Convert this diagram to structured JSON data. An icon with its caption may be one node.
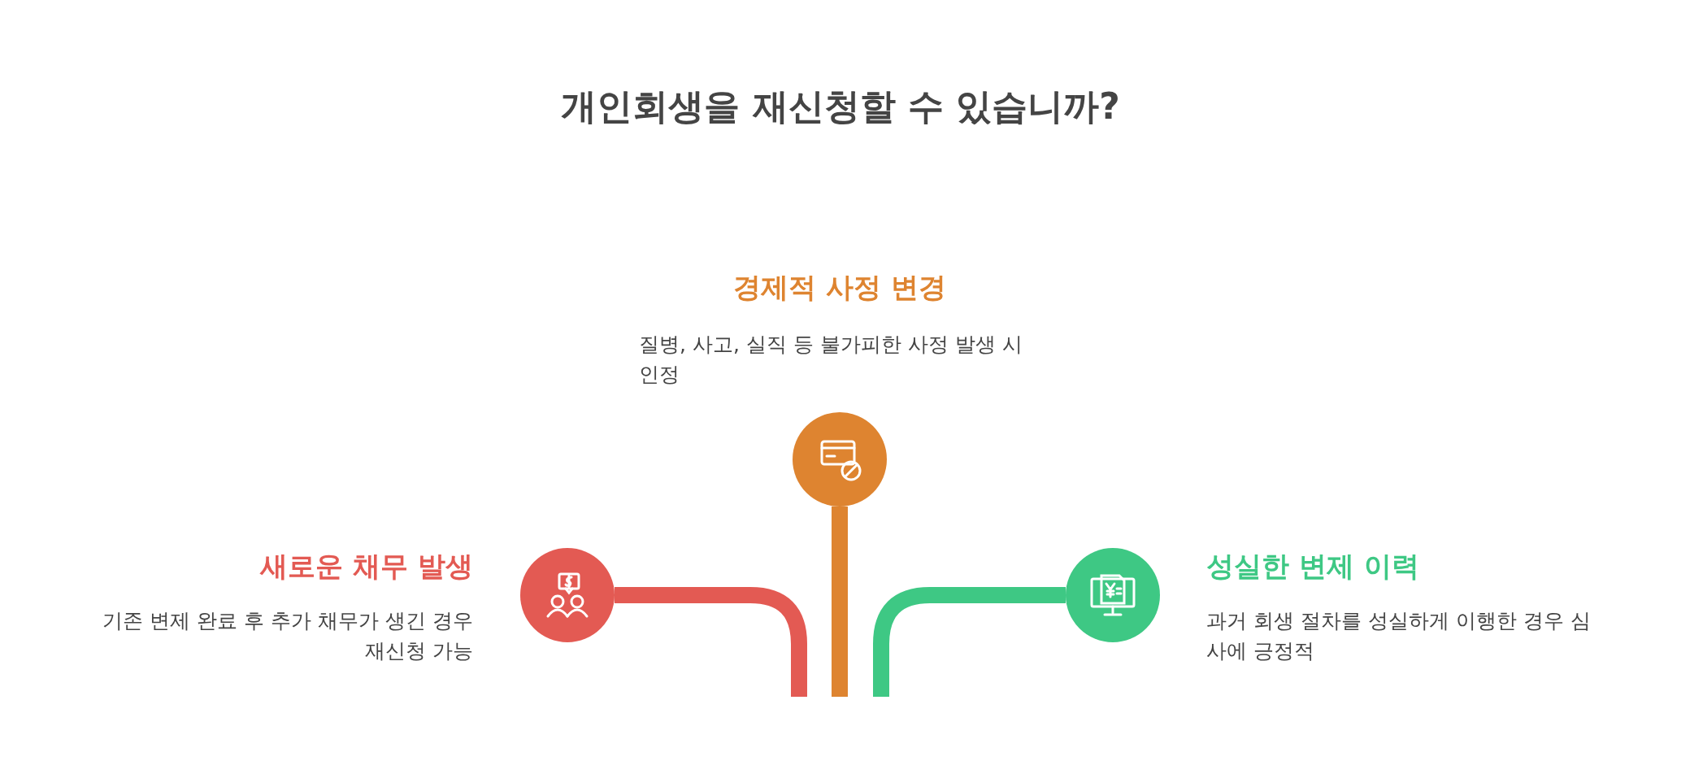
{
  "diagram": {
    "title": "개인회생을 재신청할 수 있습니까?",
    "nodes": [
      {
        "text": [
          "경제적 사정 변경",
          "질병, 사고, 실직 등 불가피한 사정 발생 시 인정"
        ]
      },
      {
        "text": [
          "새로운 채무 발생",
          "기존 변제 완료 후 추가 채무가 생긴 경우 재신청 가능"
        ]
      },
      {
        "text": [
          "성실한 변제 이력",
          "과거 회생 절차를 성실하게 이행한 경우 심사에 긍정적"
        ]
      }
    ],
    "edges": [
      {
        "from": 1,
        "to": null,
        "arrow": "none",
        "color": "#e35a53"
      },
      {
        "from": 0,
        "to": null,
        "arrow": "none",
        "color": "#de8430"
      },
      {
        "from": 2,
        "to": null,
        "arrow": "none",
        "color": "#3ec884"
      }
    ]
  }
}
